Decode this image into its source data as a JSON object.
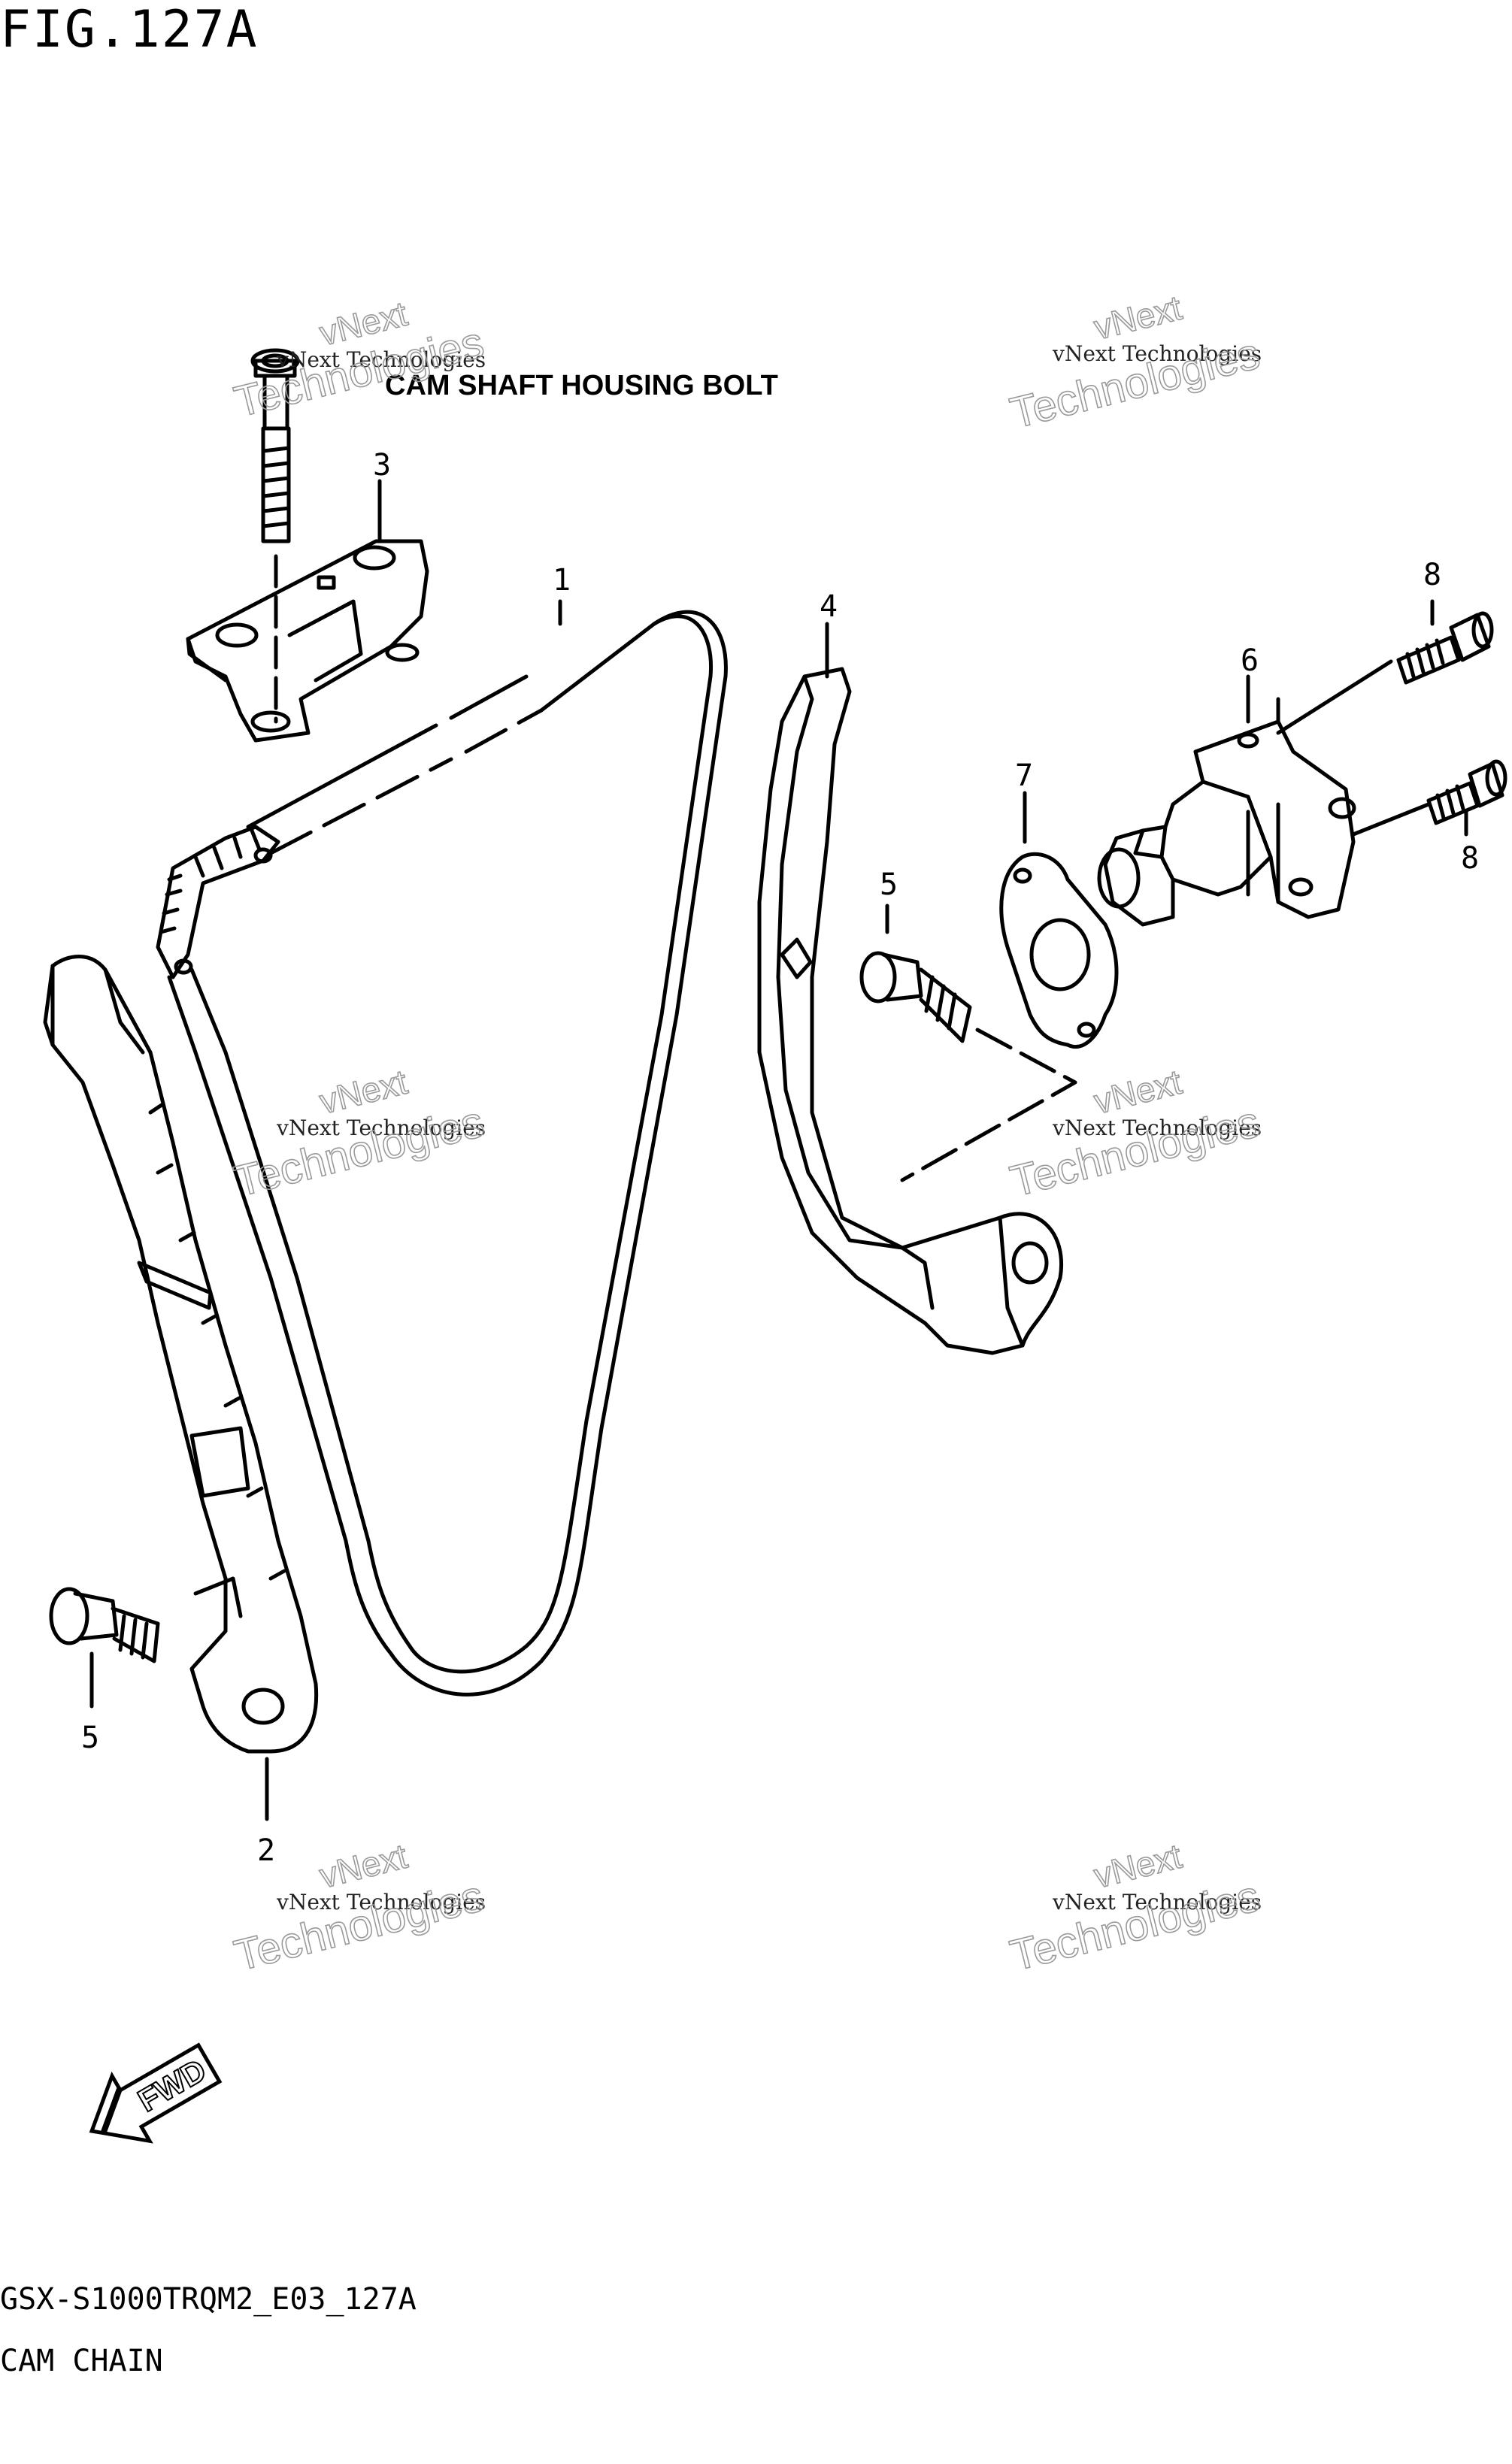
{
  "figure": {
    "title": "FIG.127A",
    "code": "GSX-S1000TRQM2_E03_127A",
    "name": "CAM CHAIN"
  },
  "labels": {
    "bolt_note": "CAM SHAFT HOUSING BOLT",
    "fwd": "FWD"
  },
  "callouts": [
    {
      "part": "1"
    },
    {
      "part": "2"
    },
    {
      "part": "3"
    },
    {
      "part": "4"
    },
    {
      "part": "5"
    },
    {
      "part": "5"
    },
    {
      "part": "6"
    },
    {
      "part": "7"
    },
    {
      "part": "8"
    },
    {
      "part": "8"
    }
  ],
  "watermark": {
    "line1": "vNext Technologies",
    "line2": "vNext",
    "line3": "Technologies"
  }
}
